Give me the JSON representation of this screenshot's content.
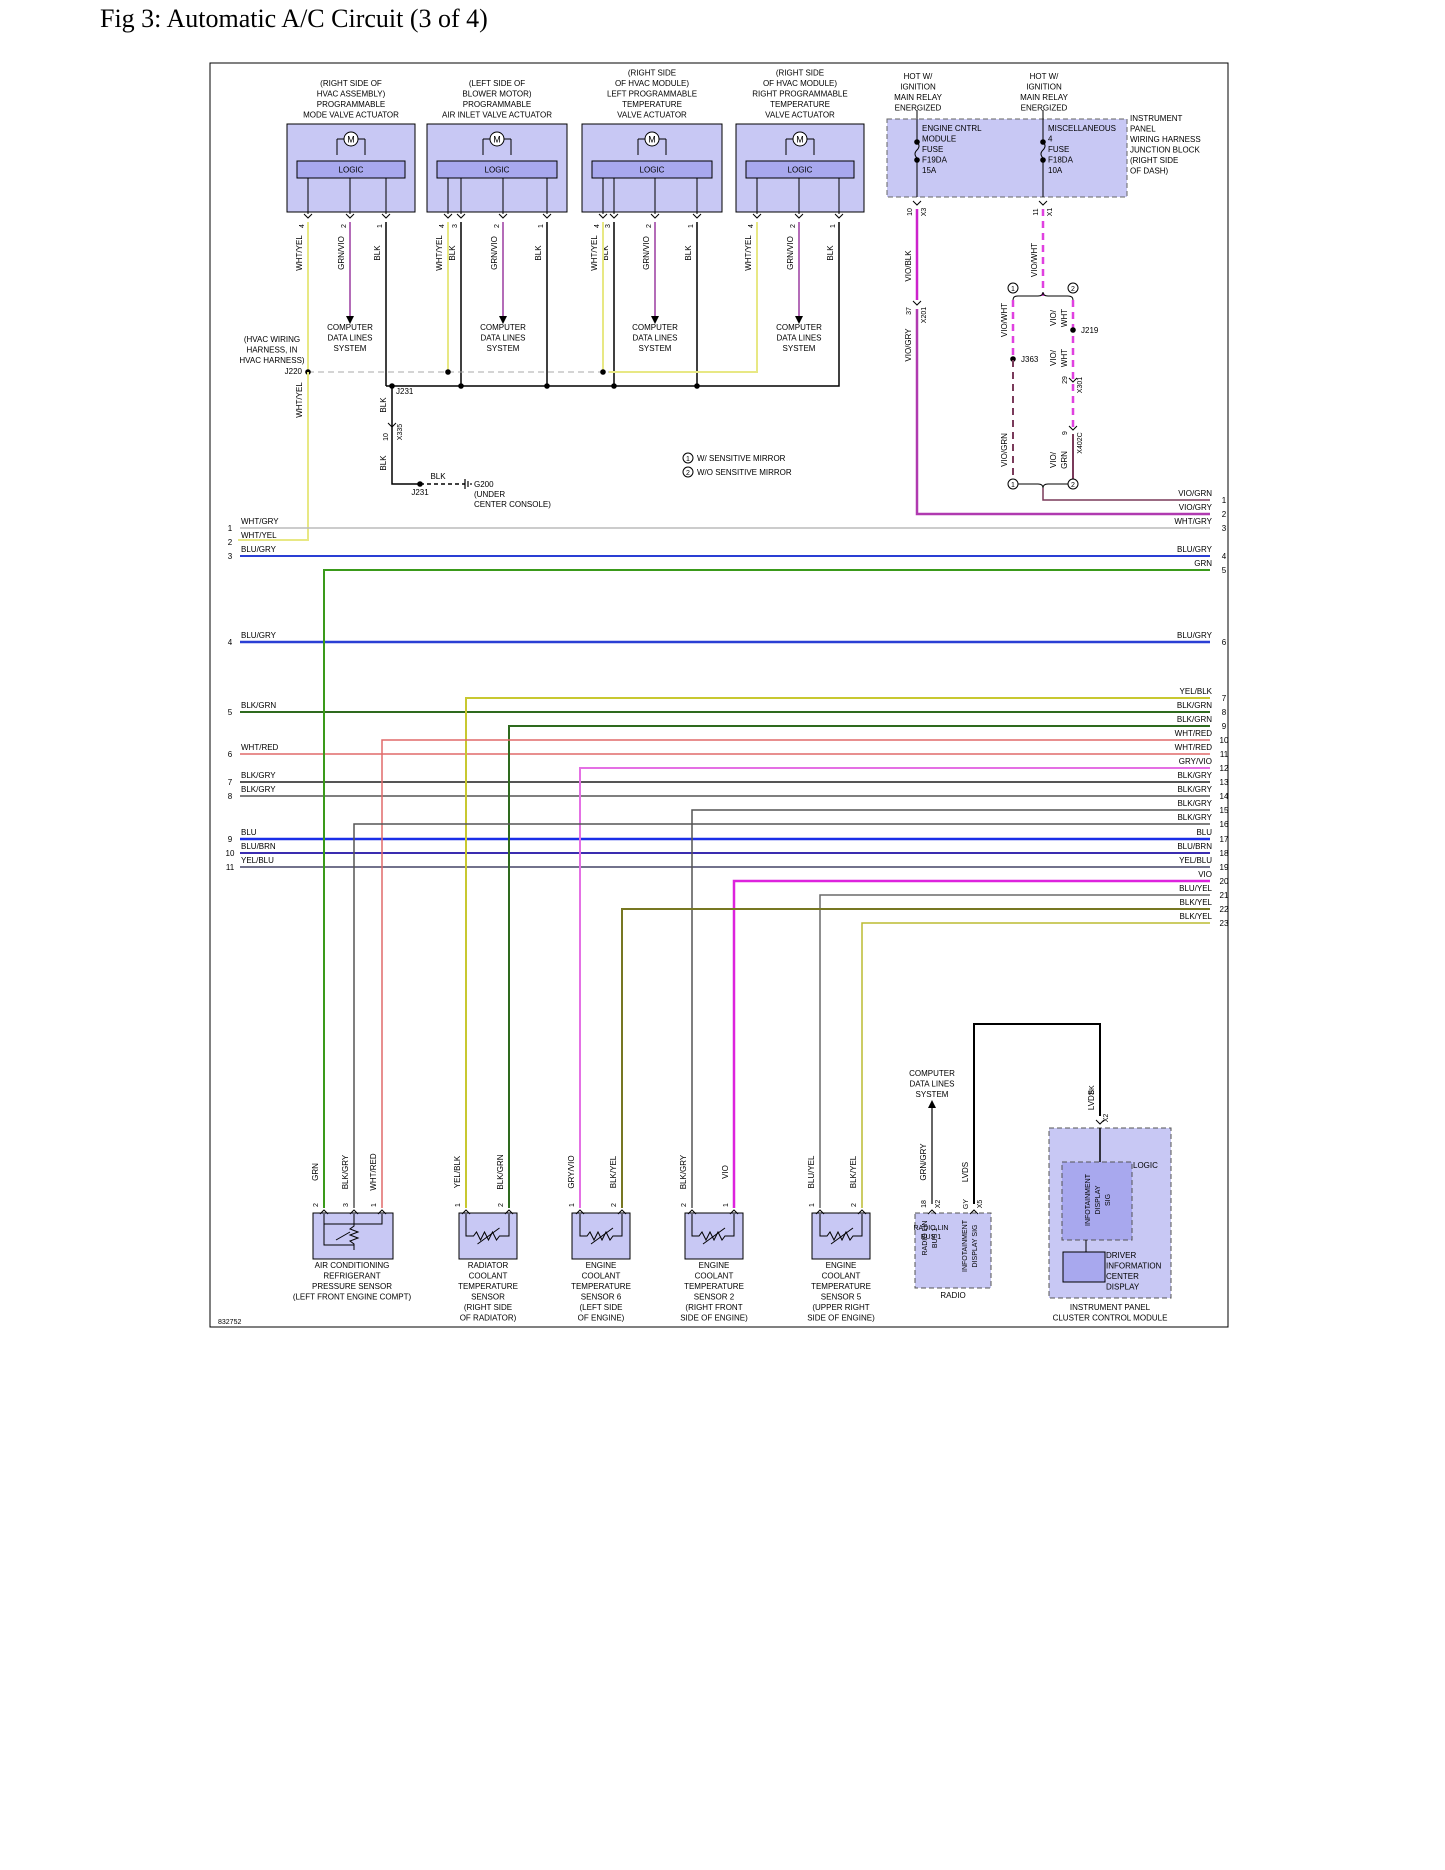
{
  "title": "Fig 3: Automatic A/C Circuit (3 of 4)",
  "figure_id": "832752",
  "colors": {
    "WHT/GRY": "#bbbbbb",
    "WHT/YEL": "#e8e884",
    "BLU/GRY": "#2a3fd4",
    "GRN": "#3a9a1a",
    "BLK/GRN": "#2e6a1e",
    "WHT/RED": "#e06a6a",
    "BLK/GRY": "#555555",
    "BLU": "#1a2ee8",
    "BLU/BRN": "#3a2cb0",
    "YEL/BLU": "#444466",
    "YEL/BLK": "#c8c830",
    "GRY/VIO": "#e470e4",
    "VIO": "#dd22dd",
    "BLU/YEL": "#6a6a6a",
    "BLK/YEL": "#777722",
    "VIO/GRN": "#7a3a5a",
    "VIO/GRY": "#b03ab0",
    "VIO/WHT": "#e040e0",
    "VIO/BLK": "#cc22cc",
    "BLK": "#222222",
    "GRN/VIO": "#9a3aa0",
    "GRY": "#666666",
    "module_fill": "#c8c8f4",
    "logic_fill": "#a8a8ee"
  },
  "actuators": [
    {
      "name": "(RIGHT SIDE OF|HVAC ASSEMBLY)|PROGRAMMABLE|MODE VALVE ACTUATOR",
      "logic": "LOGIC",
      "pins": [
        {
          "pin": "4",
          "wire": "WHT/YEL"
        },
        {
          "pin": "2",
          "wire": "GRN/VIO"
        },
        {
          "pin": "1",
          "wire": "BLK"
        }
      ]
    },
    {
      "name": "(LEFT SIDE OF|BLOWER MOTOR)|PROGRAMMABLE|AIR INLET VALVE ACTUATOR",
      "logic": "LOGIC",
      "pins": [
        {
          "pin": "4",
          "wire": "WHT/YEL"
        },
        {
          "pin": "3",
          "wire": "BLK"
        },
        {
          "pin": "2",
          "wire": "GRN/VIO"
        },
        {
          "pin": "1",
          "wire": "BLK"
        }
      ]
    },
    {
      "name": "(RIGHT SIDE|OF HVAC MODULE)|LEFT PROGRAMMABLE|TEMPERATURE|VALVE ACTUATOR",
      "logic": "LOGIC",
      "pins": [
        {
          "pin": "4",
          "wire": "WHT/YEL"
        },
        {
          "pin": "3",
          "wire": "BLK"
        },
        {
          "pin": "2",
          "wire": "GRN/VIO"
        },
        {
          "pin": "1",
          "wire": "BLK"
        }
      ]
    },
    {
      "name": "(RIGHT SIDE|OF HVAC MODULE)|RIGHT PROGRAMMABLE|TEMPERATURE|VALVE ACTUATOR",
      "logic": "LOGIC",
      "pins": [
        {
          "pin": "4",
          "wire": "WHT/YEL"
        },
        {
          "pin": "2",
          "wire": "GRN/VIO"
        },
        {
          "pin": "1",
          "wire": "BLK"
        }
      ]
    }
  ],
  "computer_data_lines": "COMPUTER|DATA LINES|SYSTEM",
  "hvac_harness": "(HVAC WIRING|HARNESS, IN|HVAC HARNESS)",
  "splices": [
    "J220",
    "J231",
    "J231",
    "J363",
    "J219"
  ],
  "ground": {
    "wire": "BLK",
    "pin": "10",
    "connector": "X335",
    "id": "G200",
    "loc": "(UNDER|CENTER CONSOLE)"
  },
  "power": {
    "hot1": "HOT W/|IGNITION|MAIN RELAY|ENERGIZED",
    "hot2": "HOT W/|IGNITION|MAIN RELAY|ENERGIZED",
    "fuse1": "ENGINE CNTRL|MODULE|FUSE|F19DA|15A",
    "fuse2": "MISCELLANEOUS|4|FUSE|F18DA|10A",
    "ip_block": "INSTRUMENT|PANEL|WIRING HARNESS|JUNCTION BLOCK|(RIGHT SIDE|OF DASH)",
    "wire1": "VIO/BLK",
    "pin1": "10",
    "conn1": "X3",
    "wire1b": "VIO/GRY",
    "pin1b": "37",
    "conn1b": "X201",
    "wire2": "VIO/WHT",
    "pin2": "11",
    "conn2": "X1",
    "vio_grn": "VIO/GRN",
    "vio_wht": "VIO/|WHT",
    "vio_grn2": "VIO/|GRN",
    "pin29": "29",
    "conn29": "X301",
    "pin9": "9",
    "conn9": "X402C"
  },
  "legend": [
    "W/ SENSITIVE MIRROR",
    "W/O SENSITIVE MIRROR"
  ],
  "legend_marks": [
    "1",
    "2"
  ],
  "left_lines": [
    {
      "n": "1",
      "label": "WHT/GRY"
    },
    {
      "n": "2",
      "label": "WHT/YEL"
    },
    {
      "n": "3",
      "label": "BLU/GRY"
    },
    {
      "n": "4",
      "label": "BLU/GRY"
    },
    {
      "n": "5",
      "label": "BLK/GRN"
    },
    {
      "n": "6",
      "label": "WHT/RED"
    },
    {
      "n": "7",
      "label": "BLK/GRY"
    },
    {
      "n": "8",
      "label": "BLK/GRY"
    },
    {
      "n": "9",
      "label": "BLU"
    },
    {
      "n": "10",
      "label": "BLU/BRN"
    },
    {
      "n": "11",
      "label": "YEL/BLU"
    }
  ],
  "right_lines": [
    {
      "n": "1",
      "label": "VIO/GRN"
    },
    {
      "n": "2",
      "label": "VIO/GRY"
    },
    {
      "n": "3",
      "label": "WHT/GRY"
    },
    {
      "n": "4",
      "label": "BLU/GRY"
    },
    {
      "n": "5",
      "label": "GRN"
    },
    {
      "n": "6",
      "label": "BLU/GRY"
    },
    {
      "n": "7",
      "label": "YEL/BLK"
    },
    {
      "n": "8",
      "label": "BLK/GRN"
    },
    {
      "n": "9",
      "label": "BLK/GRN"
    },
    {
      "n": "10",
      "label": "WHT/RED"
    },
    {
      "n": "11",
      "label": "WHT/RED"
    },
    {
      "n": "12",
      "label": "GRY/VIO"
    },
    {
      "n": "13",
      "label": "BLK/GRY"
    },
    {
      "n": "14",
      "label": "BLK/GRY"
    },
    {
      "n": "15",
      "label": "BLK/GRY"
    },
    {
      "n": "16",
      "label": "BLK/GRY"
    },
    {
      "n": "17",
      "label": "BLU"
    },
    {
      "n": "18",
      "label": "BLU/BRN"
    },
    {
      "n": "19",
      "label": "YEL/BLU"
    },
    {
      "n": "20",
      "label": "VIO"
    },
    {
      "n": "21",
      "label": "BLU/YEL"
    },
    {
      "n": "22",
      "label": "BLK/YEL"
    },
    {
      "n": "23",
      "label": "BLK/YEL"
    }
  ],
  "sensors": [
    {
      "name": "AIR CONDITIONING|REFRIGERANT|PRESSURE SENSOR|(LEFT FRONT ENGINE COMPT)",
      "pins": [
        {
          "pin": "2",
          "wire": "GRN"
        },
        {
          "pin": "3",
          "wire": "BLK/GRY"
        },
        {
          "pin": "1",
          "wire": "WHT/RED"
        }
      ]
    },
    {
      "name": "RADIATOR|COOLANT|TEMPERATURE|SENSOR|(RIGHT SIDE|OF RADIATOR)",
      "pins": [
        {
          "pin": "1",
          "wire": "YEL/BLK"
        },
        {
          "pin": "2",
          "wire": "BLK/GRN"
        }
      ]
    },
    {
      "name": "ENGINE|COOLANT|TEMPERATURE|SENSOR 6|(LEFT SIDE|OF ENGINE)",
      "pins": [
        {
          "pin": "1",
          "wire": "GRY/VIO"
        },
        {
          "pin": "2",
          "wire": "BLK/YEL"
        }
      ]
    },
    {
      "name": "ENGINE|COOLANT|TEMPERATURE|SENSOR 2|(RIGHT FRONT|SIDE OF ENGINE)",
      "pins": [
        {
          "pin": "2",
          "wire": "BLK/GRY"
        },
        {
          "pin": "1",
          "wire": "VIO"
        }
      ]
    },
    {
      "name": "ENGINE|COOLANT|TEMPERATURE|SENSOR 5|(UPPER RIGHT|SIDE OF ENGINE)",
      "pins": [
        {
          "pin": "1",
          "wire": "BLU/YEL"
        },
        {
          "pin": "2",
          "wire": "BLK/YEL"
        }
      ]
    }
  ],
  "radio": {
    "name": "RADIO",
    "wire1": "GRN/GRY",
    "pin1": "18",
    "conn1": "X2",
    "wire2": "LVDS",
    "pin2": "GY",
    "conn2": "X5",
    "sig1": "RADIO LIN|BUS 1",
    "sig2": "INFOTAINMENT|DISPLAY SIG",
    "cdl": "COMPUTER|DATA LINES|SYSTEM"
  },
  "ipc": {
    "name": "INSTRUMENT PANEL|CLUSTER CONTROL MODULE",
    "logic": "LOGIC",
    "sig": "INFOTAINMENT|DISPLAY|SIG",
    "display": "DRIVER|INFORMATION|CENTER|DISPLAY",
    "wire": "LVDS",
    "pin": "BK",
    "conn": "X2"
  }
}
